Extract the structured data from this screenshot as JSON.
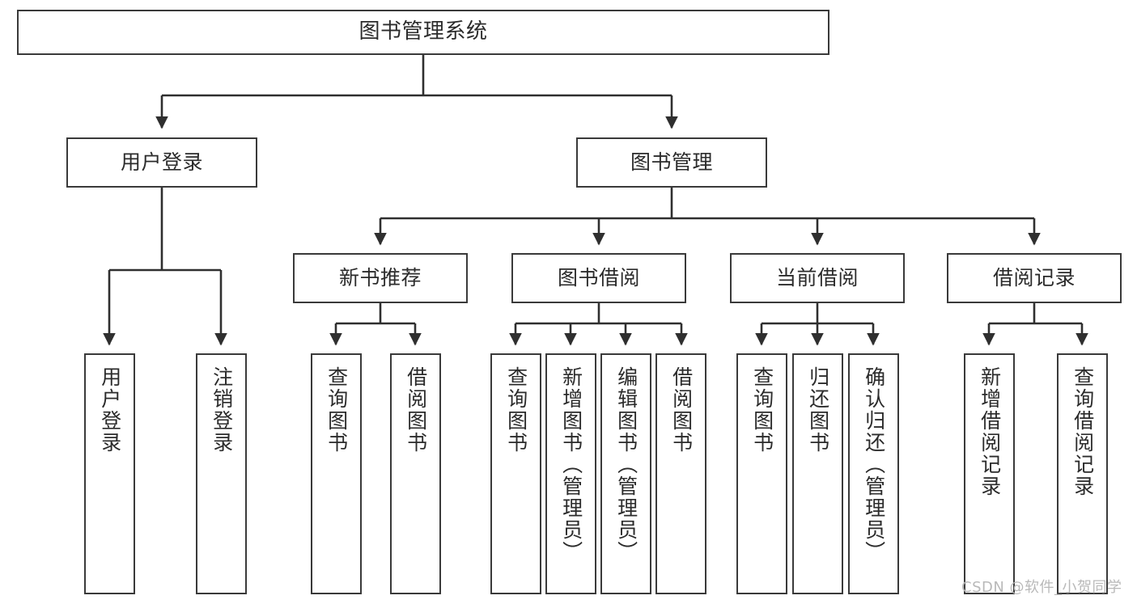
{
  "diagram": {
    "type": "tree",
    "title": "图书管理系统",
    "orientation": "top-down",
    "colors": {
      "box_stroke": "#3a3a3a",
      "box_fill": "#ffffff",
      "connector": "#2f2f2f",
      "text": "#2b2b2b",
      "watermark": "#b9b9b9"
    }
  },
  "root": {
    "label": "图书管理系统"
  },
  "level2": [
    {
      "label": "用户登录"
    },
    {
      "label": "图书管理"
    }
  ],
  "level3": [
    {
      "label": "新书推荐"
    },
    {
      "label": "图书借阅"
    },
    {
      "label": "当前借阅"
    },
    {
      "label": "借阅记录"
    }
  ],
  "leaves": {
    "user_login": [
      {
        "label": "用户登录"
      },
      {
        "label": "注销登录"
      }
    ],
    "new_book_recommend": [
      {
        "label": "查询图书"
      },
      {
        "label": "借阅图书"
      }
    ],
    "book_borrow": [
      {
        "label": "查询图书"
      },
      {
        "label": "新增图书（管理员）"
      },
      {
        "label": "编辑图书（管理员）"
      },
      {
        "label": "借阅图书"
      }
    ],
    "current_borrow": [
      {
        "label": "查询图书"
      },
      {
        "label": "归还图书"
      },
      {
        "label": "确认归还（管理员）"
      }
    ],
    "borrow_record": [
      {
        "label": "新增借阅记录"
      },
      {
        "label": "查询借阅记录"
      }
    ]
  },
  "watermark": {
    "text": "CSDN @软件_小贺同学"
  }
}
